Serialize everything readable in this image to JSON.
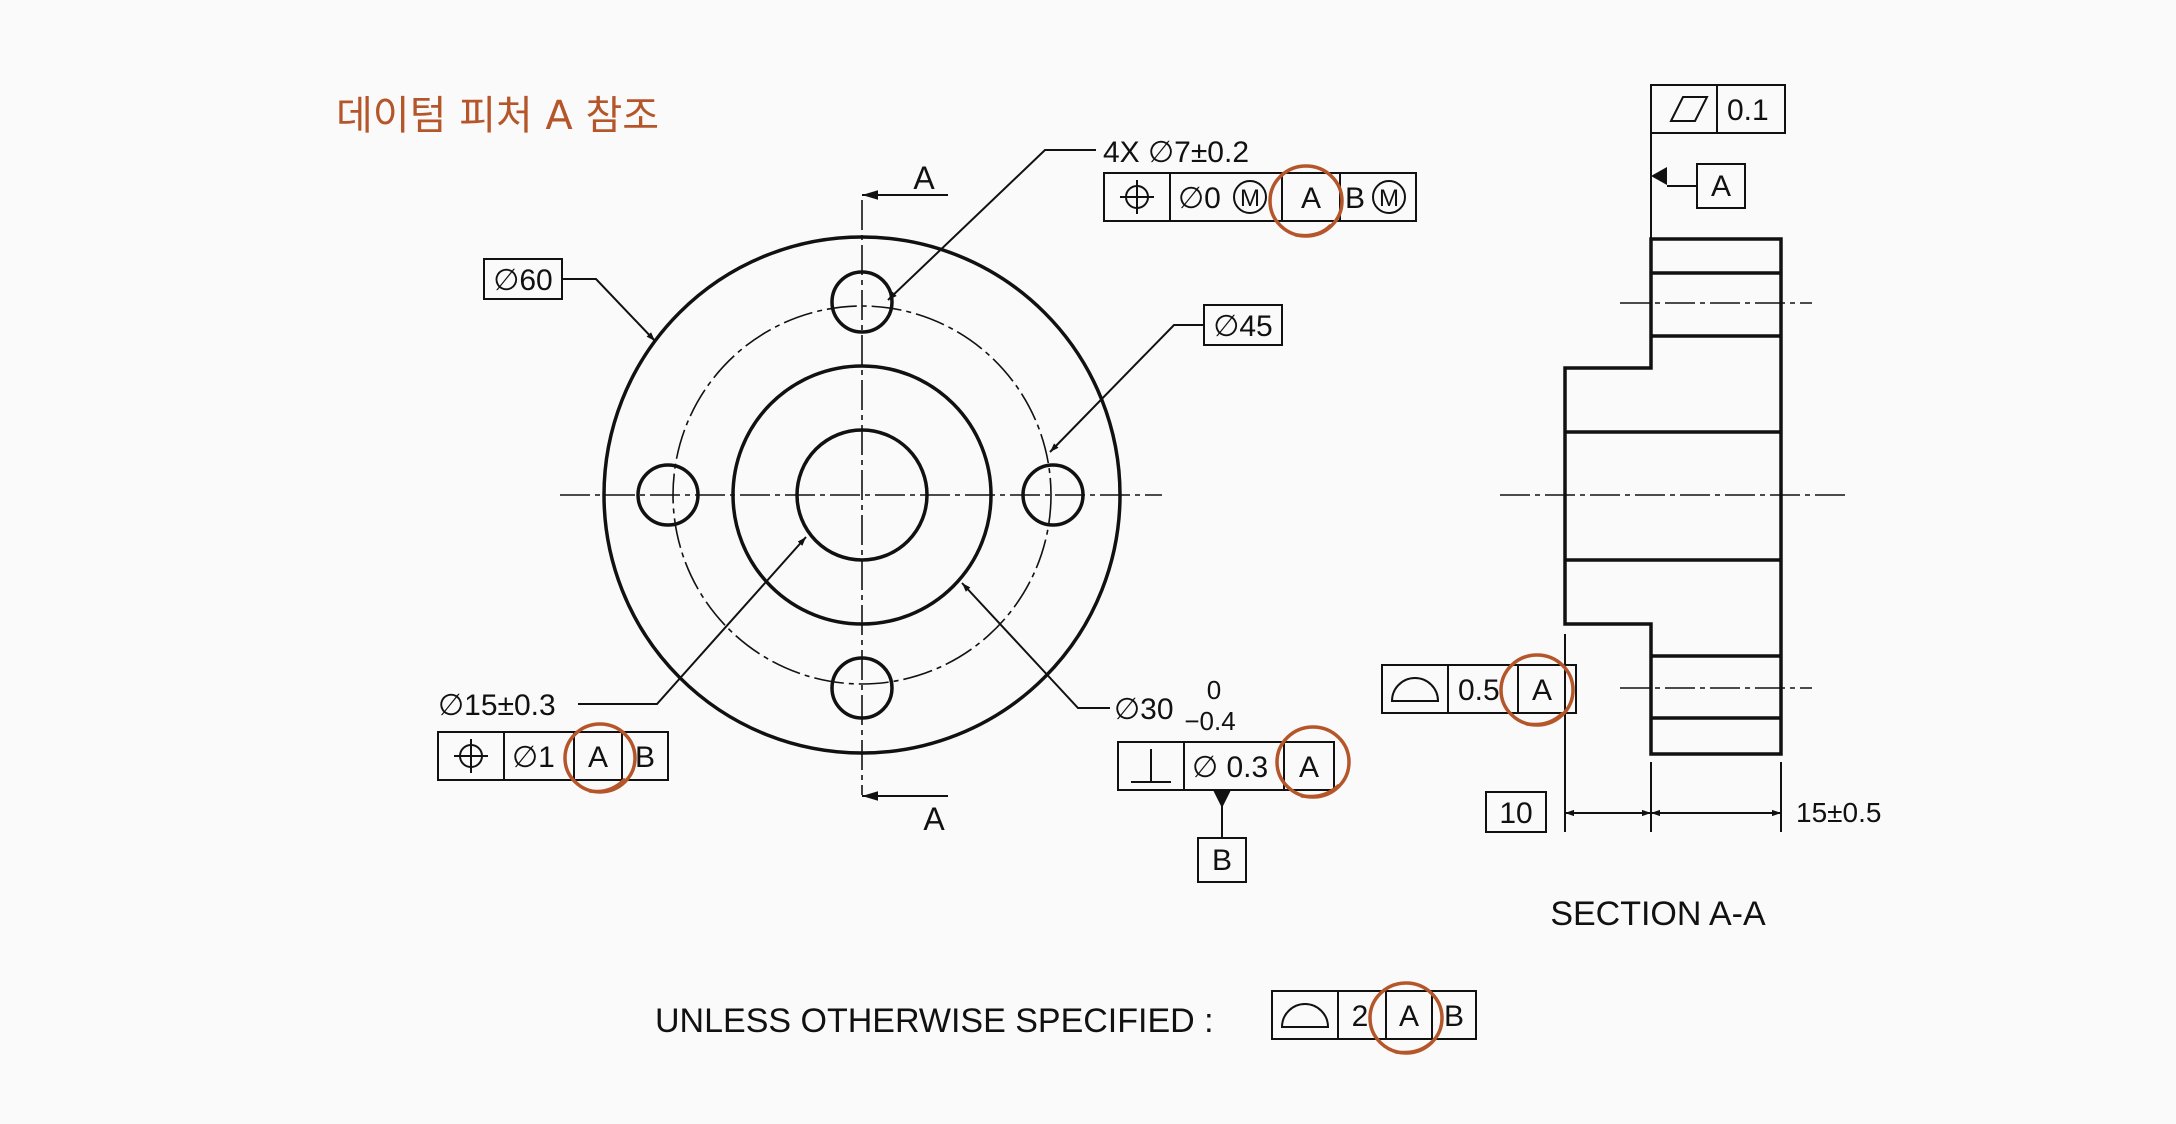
{
  "title": "데이텀 피처 A 참조",
  "colors": {
    "accent": "#b5562a",
    "part_fill": "#dce8ea",
    "hatch_fill": "#e4ecec",
    "line": "#111111"
  },
  "section_arrows": [
    "A",
    "A"
  ],
  "holes": {
    "note": "4X ∅7±0.2",
    "fcf": {
      "symbol": "position-icon",
      "tol": "∅0",
      "tol_mod": "M",
      "datum_a": "A",
      "datum_b": "B",
      "datum_b_mod": "M"
    }
  },
  "outer_dia": "∅60",
  "bolt_circle": "∅45",
  "bore": {
    "note": "∅15±0.3",
    "fcf": {
      "symbol": "position-icon",
      "tol": "∅1",
      "datum_a": "A",
      "datum_b": "B"
    }
  },
  "hub": {
    "dia": "∅30",
    "upper_dev": "0",
    "lower_dev": "−0.4",
    "fcf": {
      "symbol": "perpendicularity-icon",
      "tol": "∅ 0.3",
      "datum": "A"
    },
    "datum_label": "B"
  },
  "section": {
    "flatness": {
      "symbol": "flatness-icon",
      "tol": "0.1"
    },
    "datum_a": "A",
    "profile": {
      "symbol": "profile-surface-icon",
      "tol": "0.5",
      "datum": "A"
    },
    "dim_basic": "10",
    "dim_tol": "15±0.5",
    "label": "SECTION A-A"
  },
  "general": {
    "text": "UNLESS OTHERWISE SPECIFIED :",
    "fcf": {
      "symbol": "profile-surface-icon",
      "tol": "2",
      "datum_a": "A",
      "datum_b": "B"
    }
  }
}
